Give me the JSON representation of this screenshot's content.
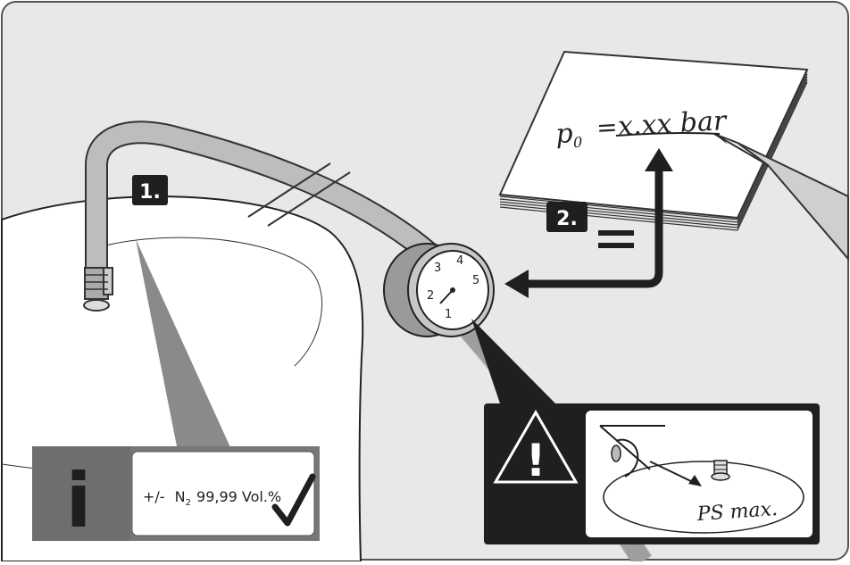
{
  "steps": {
    "step1": "1.",
    "step2": "2."
  },
  "note": {
    "p_symbol": "p",
    "p_subscript": "0",
    "equals": "=",
    "value": "x.xx bar"
  },
  "info_box": {
    "icon_letter": "i",
    "prefix": "+/-",
    "gas": "N",
    "subscript": "2",
    "purity": "99,99 Vol.%"
  },
  "warning_box": {
    "symbol": "!",
    "valve_label": "PS max."
  },
  "gauge": {
    "numbers": [
      "1",
      "2",
      "3",
      "4",
      "5"
    ]
  },
  "colors": {
    "background_panel": "#e8e8e8",
    "tank": "#ffffff",
    "hose": "#bdbdbd",
    "dark_box": "#1f1f1f",
    "info_grey": "#777777",
    "outline": "#333333"
  }
}
